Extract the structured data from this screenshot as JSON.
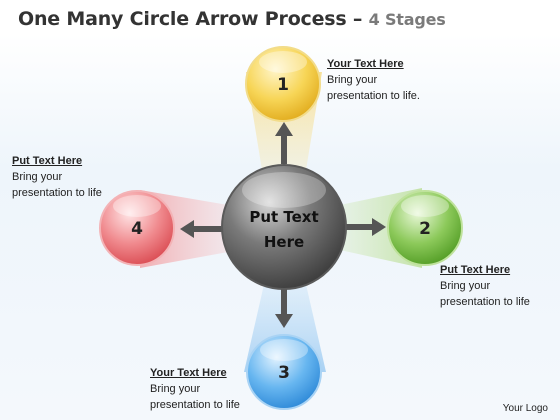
{
  "title": {
    "main": "One Many Circle Arrow Process – ",
    "stages": "4 Stages"
  },
  "center": {
    "line1": "Put Text",
    "line2": "Here"
  },
  "stages": [
    {
      "number": "1",
      "color": "#f5c93a"
    },
    {
      "number": "2",
      "color": "#7cbf3f"
    },
    {
      "number": "3",
      "color": "#4aa3e6"
    },
    {
      "number": "4",
      "color": "#ee6f74"
    }
  ],
  "notes": {
    "top_right": {
      "heading": "Your Text Here",
      "line1": "Bring your",
      "line2": "presentation to life."
    },
    "left": {
      "heading": "Put Text Here",
      "line1": "Bring your",
      "line2": "presentation to life"
    },
    "right": {
      "heading": "Put Text Here",
      "line1": "Bring your",
      "line2": "presentation to life"
    },
    "bottom": {
      "heading": "Your Text Here",
      "line1": "Bring your",
      "line2": "presentation to life"
    }
  },
  "logo": "Your Logo"
}
